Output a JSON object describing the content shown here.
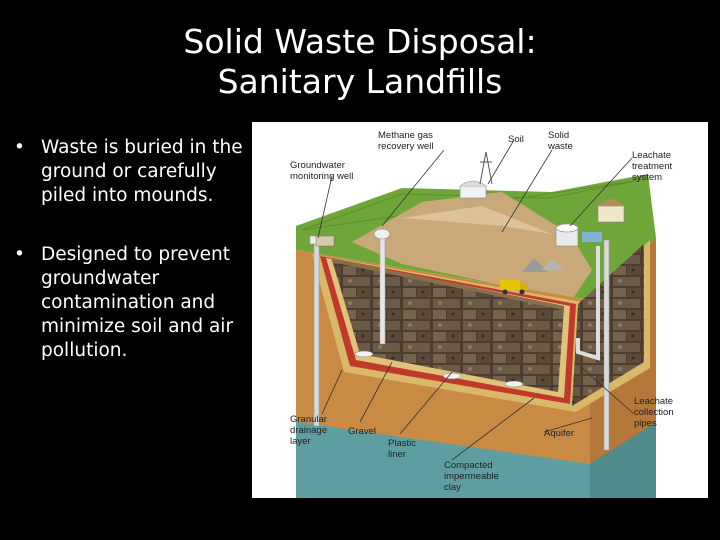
{
  "slide": {
    "title_line1": "Solid Waste Disposal:",
    "title_line2": "Sanitary Landfills",
    "bullets": [
      "Waste is buried in the ground or carefully piled into mounds.",
      "Designed to prevent groundwater contamination and minimize soil and air pollution."
    ],
    "bullet_glyph": "•"
  },
  "diagram": {
    "labels": {
      "methane": [
        "Methane gas",
        "recovery well"
      ],
      "soil": "Soil",
      "solid_waste": [
        "Solid",
        "waste"
      ],
      "groundwater": [
        "Groundwater",
        "monitoring well"
      ],
      "leachate_system": [
        "Leachate",
        "treatment",
        "system"
      ],
      "granular": [
        "Granular",
        "drainage",
        "layer"
      ],
      "gravel": "Gravel",
      "plastic_liner": [
        "Plastic",
        "liner"
      ],
      "clay": [
        "Compacted",
        "impermeable",
        "clay"
      ],
      "aquifer": "Aquifer",
      "collection_pipes": [
        "Leachate",
        "collection",
        "pipes"
      ]
    },
    "colors": {
      "grass": "#6fa63a",
      "clay": "#c98a44",
      "aquifer": "#5f9ea0",
      "waste": "#4a3a2c",
      "liner": "#c0392b",
      "gravel": "#d9b86a"
    }
  }
}
